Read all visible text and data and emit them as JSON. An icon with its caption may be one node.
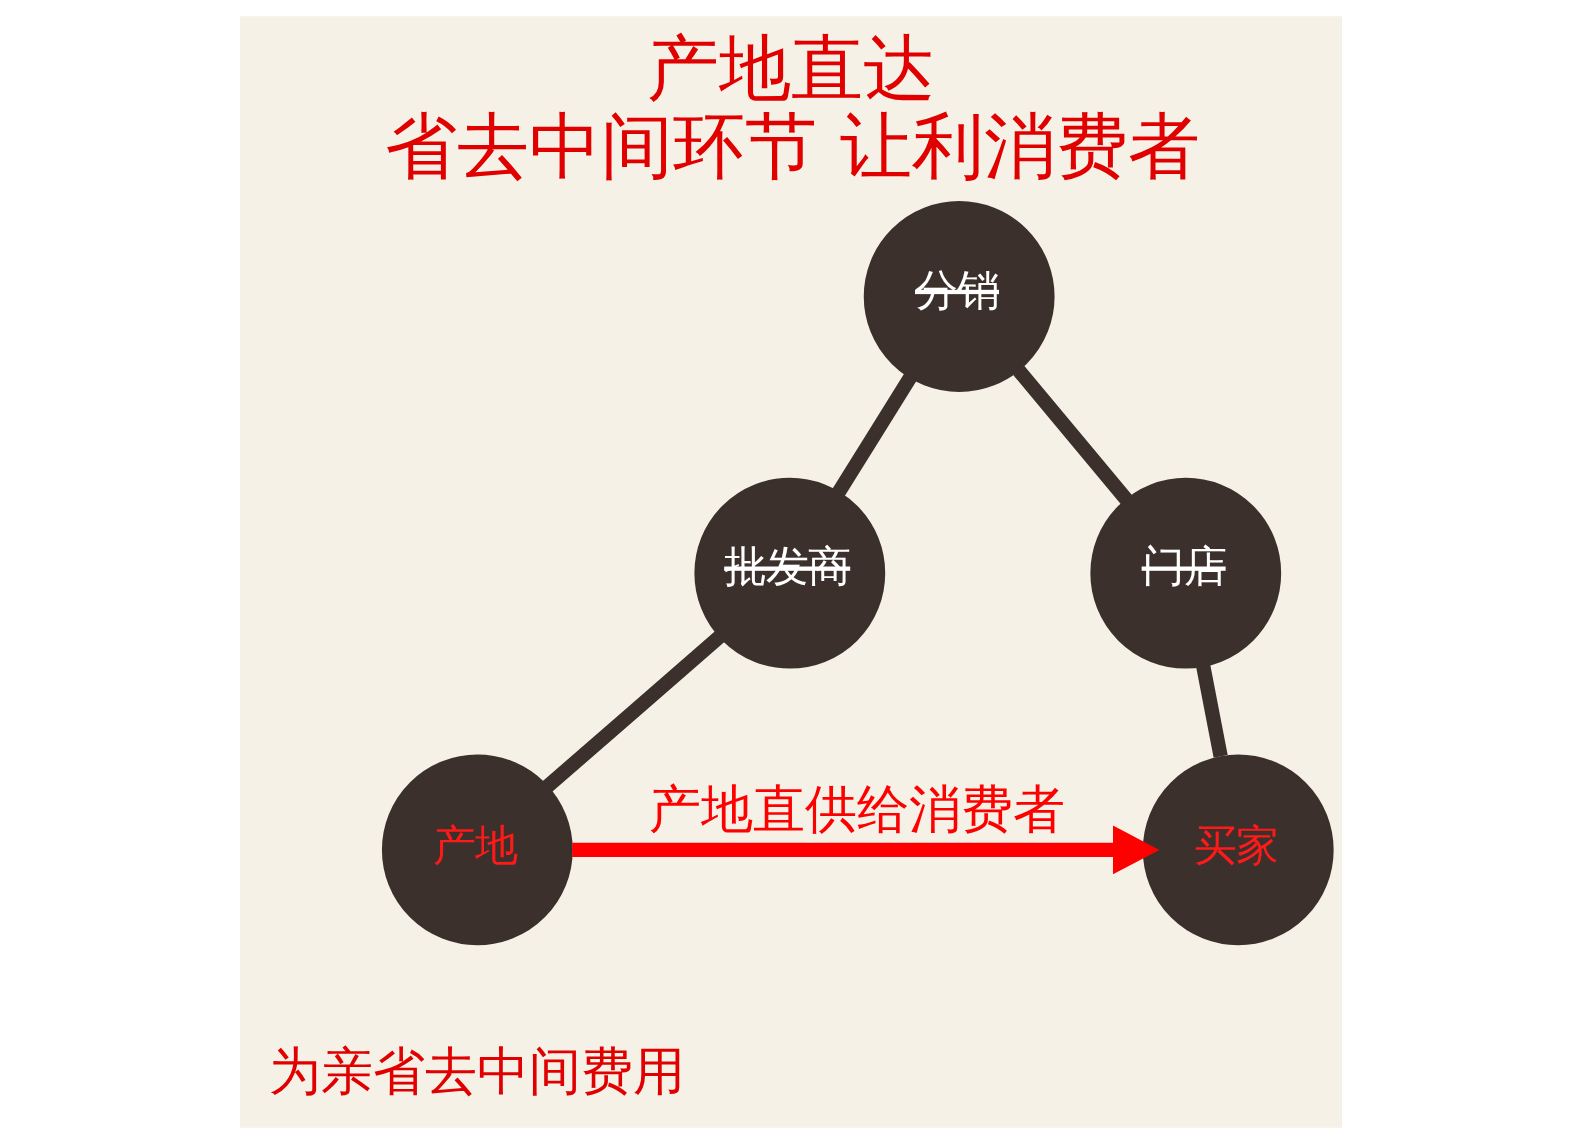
{
  "diagram": {
    "title": "产地直达",
    "caption": "省去中间环节 让利消费者",
    "nodes": [
      {
        "text": [
          "产地"
        ]
      },
      {
        "text": [
          "批发商"
        ]
      },
      {
        "text": [
          "分销"
        ]
      },
      {
        "text": [
          "门店"
        ]
      },
      {
        "text": [
          "买家"
        ]
      }
    ],
    "edges": [
      {
        "from": 0,
        "to": 1,
        "arrow": "none"
      },
      {
        "from": 1,
        "to": 2,
        "arrow": "none"
      },
      {
        "from": 2,
        "to": 3,
        "arrow": "none"
      },
      {
        "from": 3,
        "to": 4,
        "arrow": "none"
      },
      {
        "from": 0,
        "to": 4,
        "arrow": "to",
        "label": "产地直供给消费者",
        "color": "#ff0000"
      }
    ],
    "labels": [
      "为亲省去中间费用"
    ]
  }
}
